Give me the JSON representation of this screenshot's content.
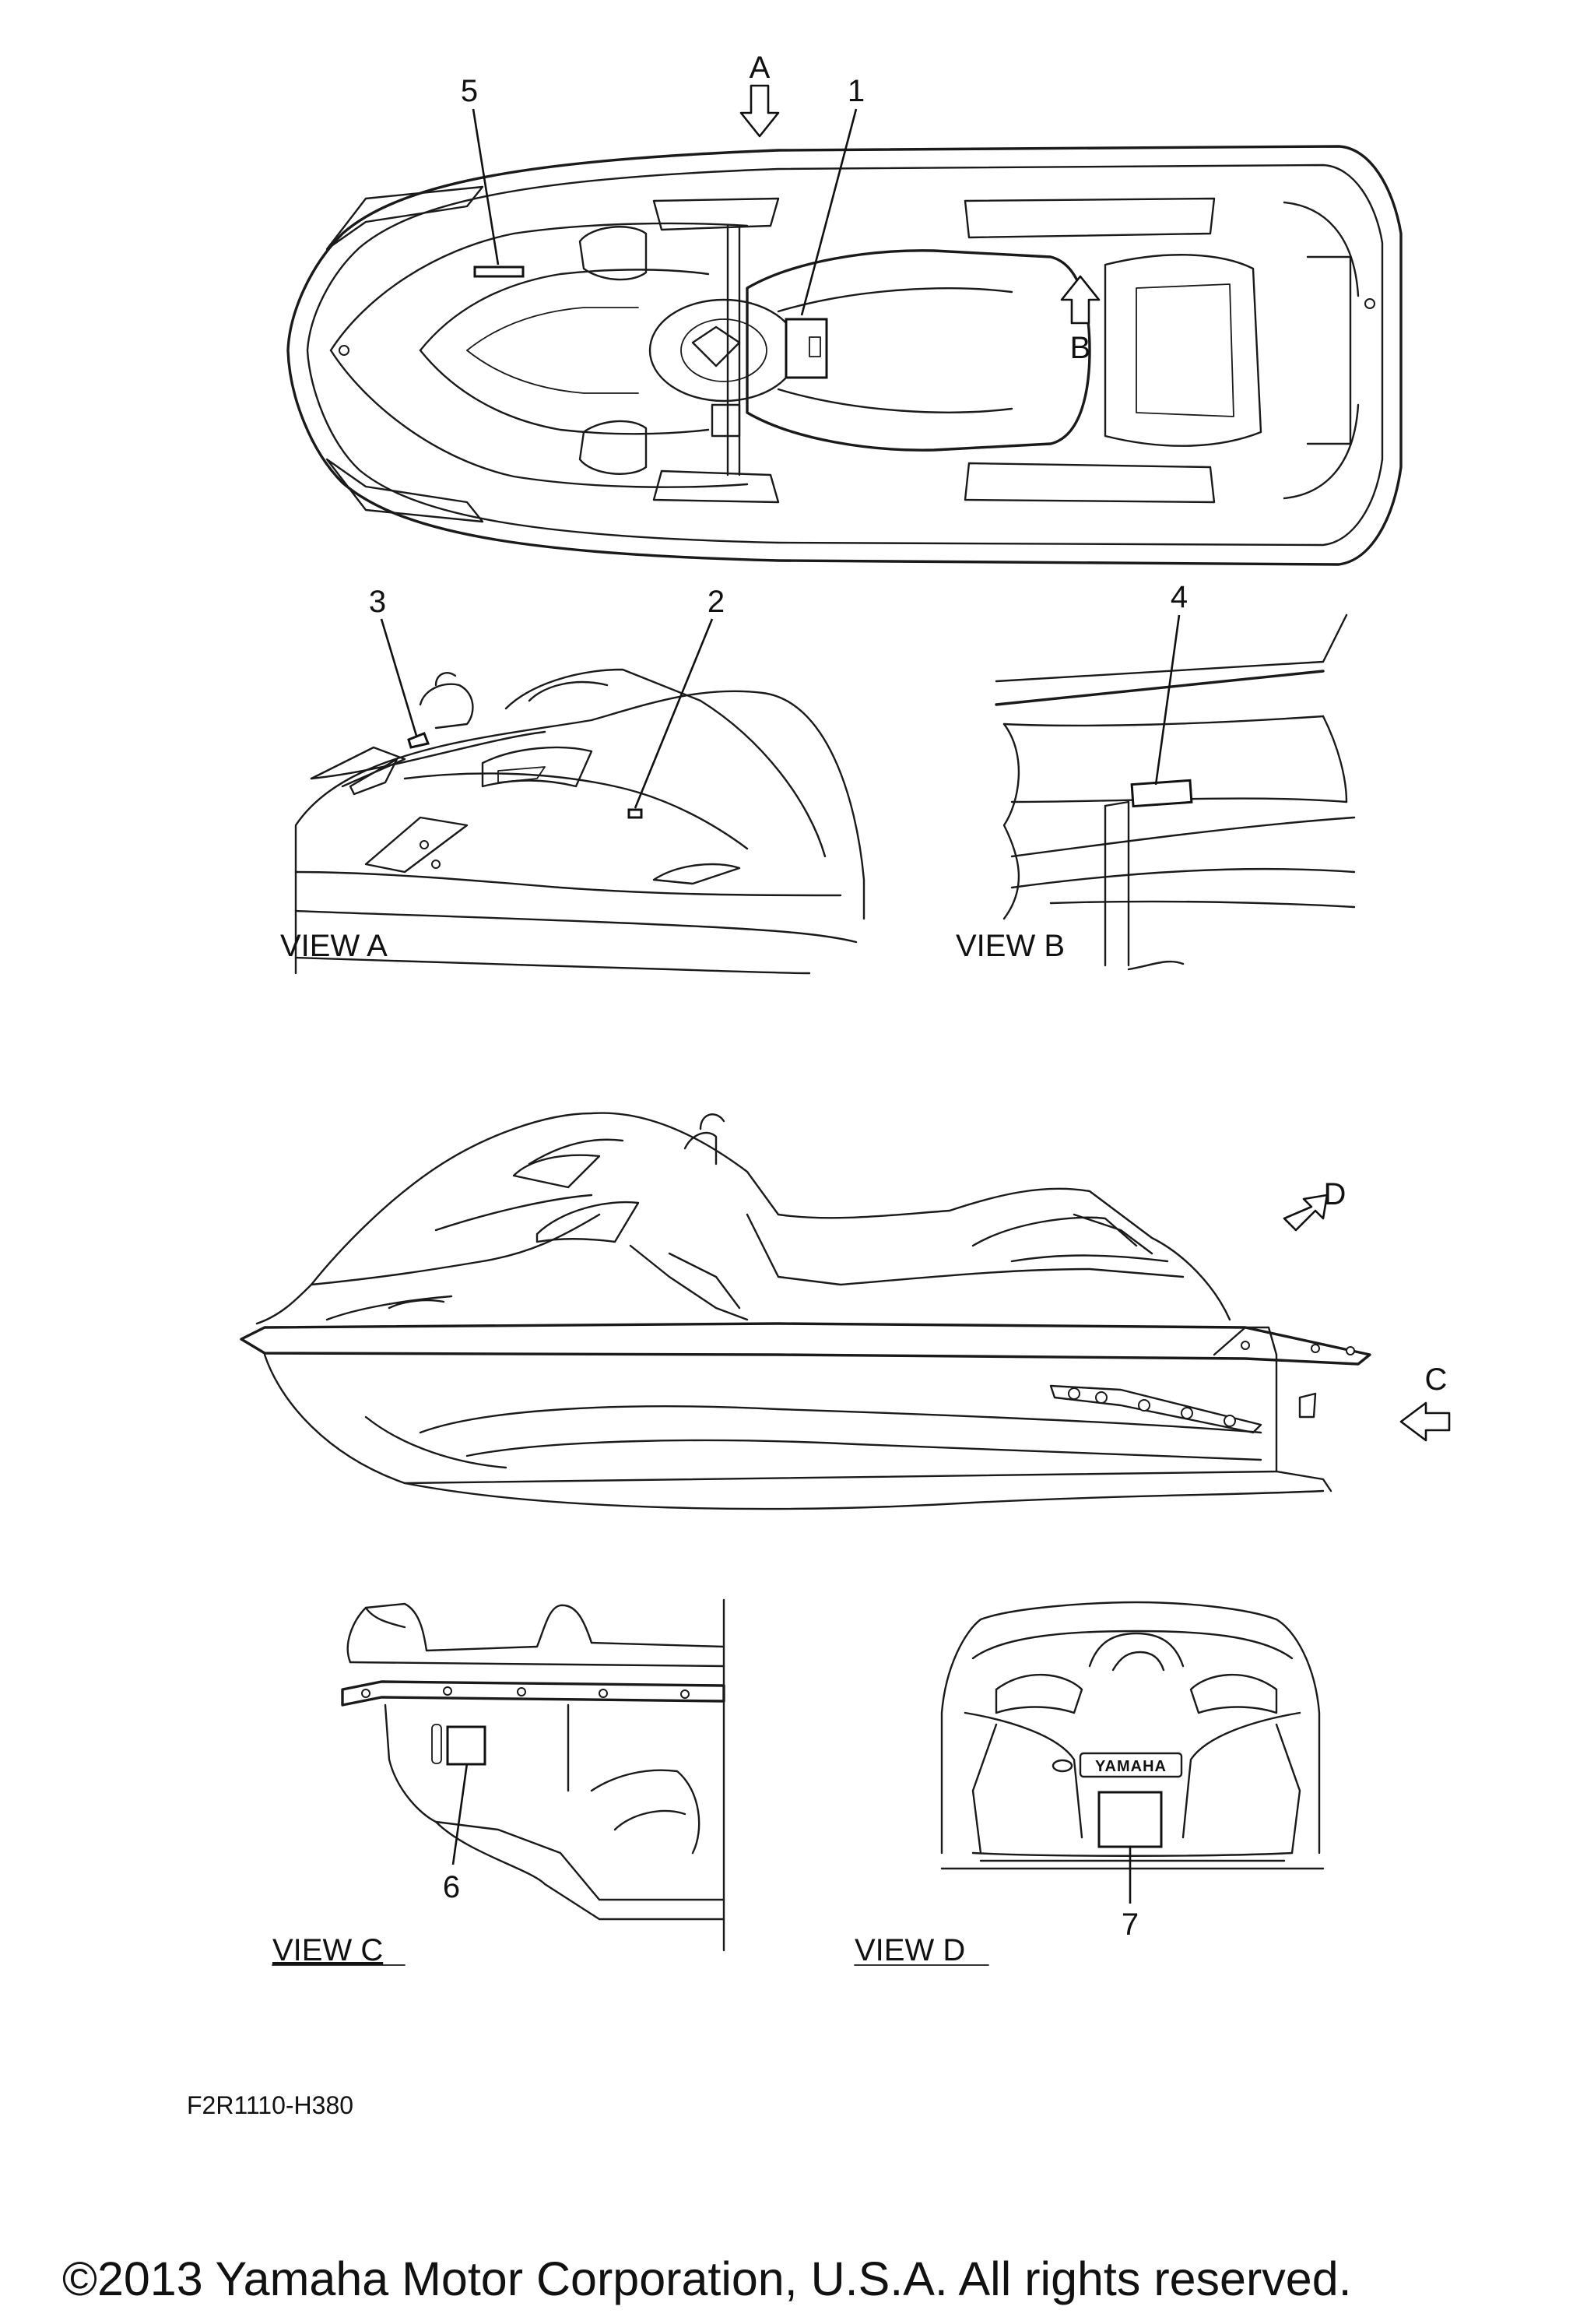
{
  "callouts": {
    "n1": "1",
    "n2": "2",
    "n3": "3",
    "n4": "4",
    "n5": "5",
    "n6": "6",
    "n7": "7"
  },
  "view_arrows": {
    "a": "A",
    "b": "B",
    "c": "C",
    "d": "D"
  },
  "view_titles": {
    "view_a": "VIEW A",
    "view_b": "VIEW B",
    "view_c": "VIEW C",
    "view_d": "VIEW D"
  },
  "badge": {
    "brand": "YAMAHA"
  },
  "figure_code": "F2R1110-H380",
  "copyright": "©2013 Yamaha Motor Corporation, U.S.A. All rights reserved."
}
